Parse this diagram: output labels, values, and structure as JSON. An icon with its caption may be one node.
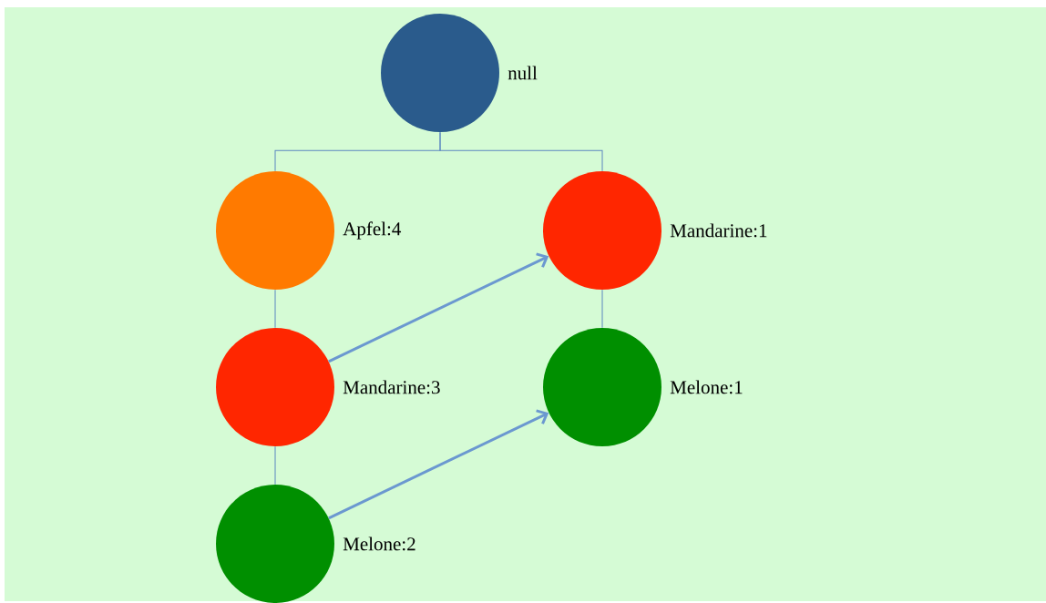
{
  "diagram": {
    "nodes": [
      {
        "text": [],
        "shape": "circle",
        "beside": [
          "null"
        ]
      },
      {
        "text": [],
        "shape": "circle",
        "beside": [
          "Apfel:4"
        ]
      },
      {
        "text": [],
        "shape": "circle",
        "beside": [
          "Mandarine:3"
        ]
      },
      {
        "text": [],
        "shape": "circle",
        "beside": [
          "Melone:2"
        ]
      },
      {
        "text": [],
        "shape": "circle",
        "beside": [
          "Mandarine:1"
        ]
      },
      {
        "text": [],
        "shape": "circle",
        "beside": [
          "Melone:1"
        ]
      }
    ],
    "edges": [
      {
        "from": 0,
        "to": 1,
        "arrow": "none"
      },
      {
        "from": 0,
        "to": 4,
        "arrow": "none"
      },
      {
        "from": 1,
        "to": 2,
        "arrow": "none"
      },
      {
        "from": 2,
        "to": 3,
        "arrow": "none"
      },
      {
        "from": 4,
        "to": 5,
        "arrow": "none"
      },
      {
        "from": 2,
        "to": 4,
        "arrow": "to",
        "style": "thick",
        "color": "#6b98d0"
      },
      {
        "from": 3,
        "to": 5,
        "arrow": "to",
        "style": "thick",
        "color": "#6b98d0"
      }
    ]
  }
}
